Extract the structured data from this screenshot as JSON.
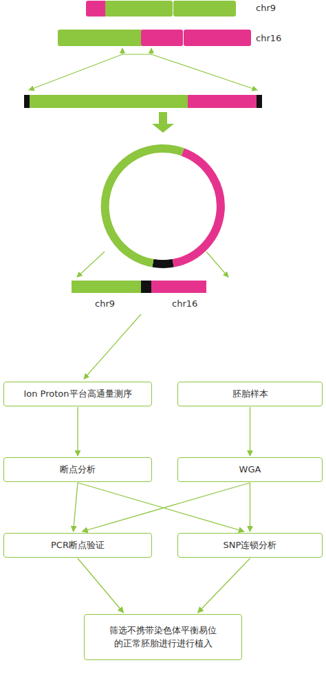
{
  "diagram": {
    "nodes": [
      {
        "text": [
          "Ion Proton平台高通量测序"
        ]
      },
      {
        "text": [
          "胚胎样本"
        ]
      },
      {
        "text": [
          "断点分析"
        ]
      },
      {
        "text": [
          "WGA"
        ]
      },
      {
        "text": [
          "PCR断点验证"
        ]
      },
      {
        "text": [
          "SNP连锁分析"
        ]
      },
      {
        "text": [
          "筛选不携带染色体平衡易位的正常胚胎进行进行植入"
        ]
      }
    ],
    "edges": [
      {
        "from": 0,
        "to": 2,
        "arrow": "to"
      },
      {
        "from": 1,
        "to": 3,
        "arrow": "to"
      },
      {
        "from": 2,
        "to": 4,
        "arrow": "to"
      },
      {
        "from": 2,
        "to": 5,
        "arrow": "to"
      },
      {
        "from": 3,
        "to": 4,
        "arrow": "to"
      },
      {
        "from": 3,
        "to": 5,
        "arrow": "to"
      },
      {
        "from": 4,
        "to": 6,
        "arrow": "to"
      },
      {
        "from": 5,
        "to": 6,
        "arrow": "to"
      }
    ],
    "labels": [
      "chr9",
      "chr16",
      "chr9",
      "chr16"
    ]
  }
}
